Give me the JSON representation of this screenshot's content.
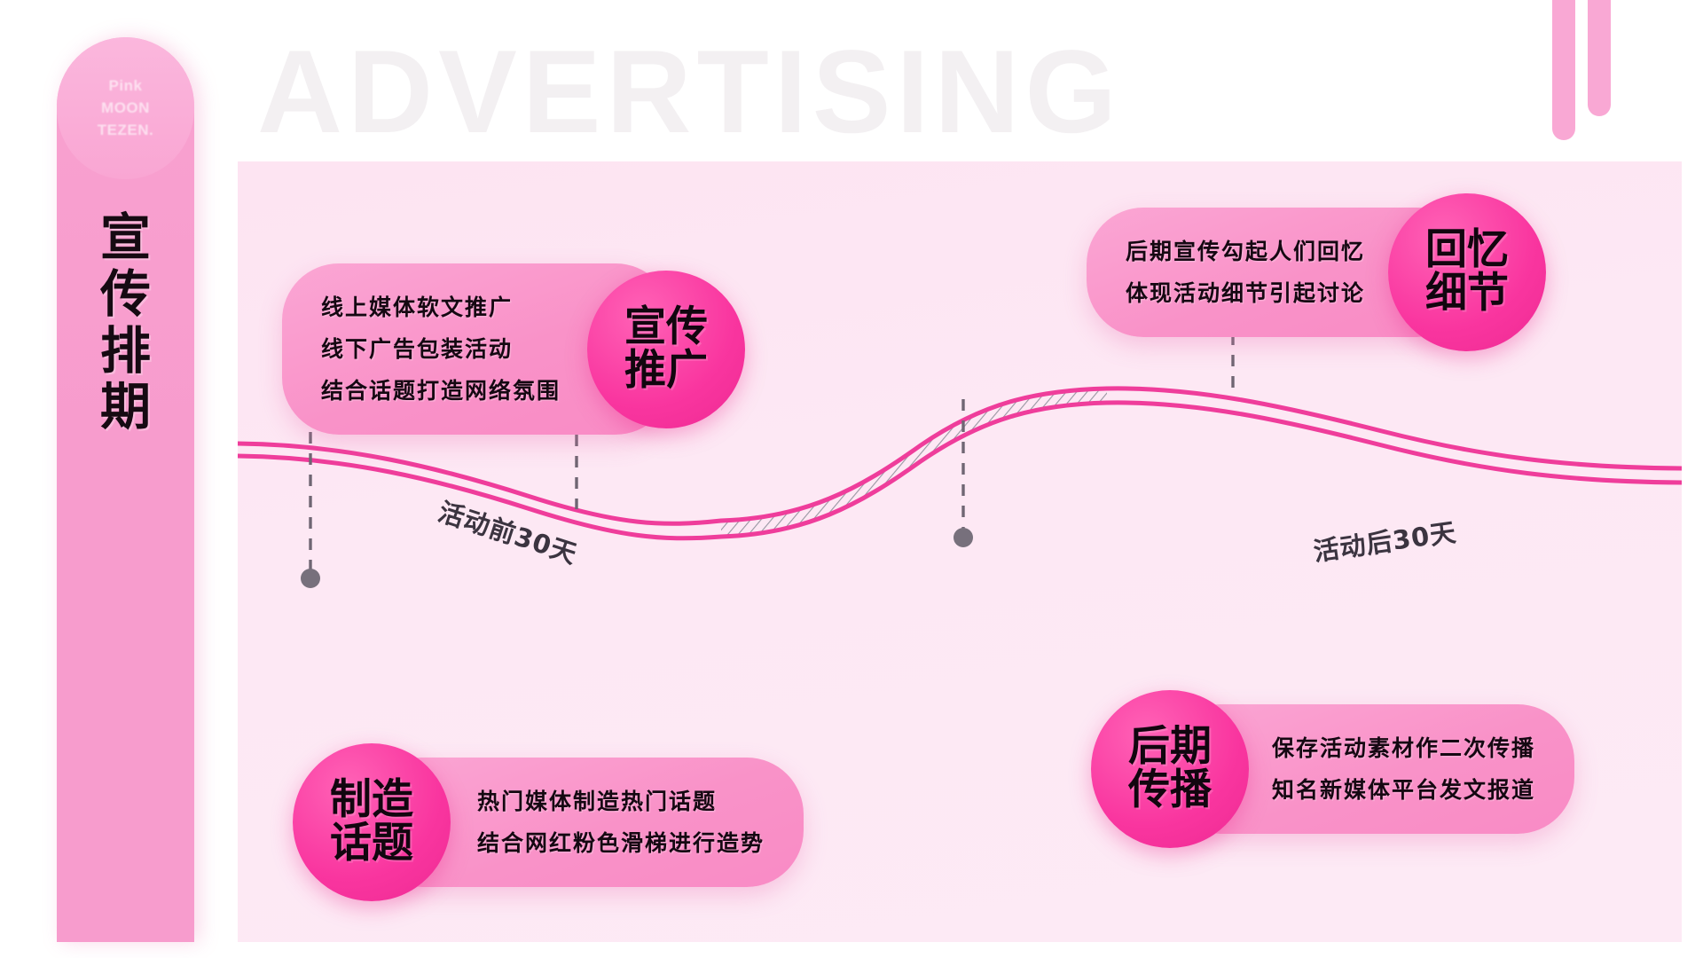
{
  "background": {
    "watermark_text": "ADVERTISING",
    "panel_color": "#fde8f4",
    "accent_pink": "#f9a1d0",
    "accent_magenta": "#f9359f"
  },
  "side_banner": {
    "badge_lines": [
      "Pink",
      "MOON",
      "TEZEN."
    ],
    "title_chars": [
      "宣",
      "传",
      "排",
      "期"
    ]
  },
  "callouts": [
    {
      "id": "promo",
      "circle_chars": [
        "宣",
        "传",
        "推",
        "广"
      ],
      "lines": [
        "线上媒体软文推广",
        "线下广告包装活动",
        "结合话题打造网络氛围"
      ]
    },
    {
      "id": "memory",
      "circle_chars": [
        "回",
        "忆",
        "细",
        "节"
      ],
      "lines": [
        "后期宣传勾起人们回忆",
        "体现活动细节引起讨论"
      ]
    },
    {
      "id": "topic",
      "circle_chars": [
        "制",
        "造",
        "话",
        "题"
      ],
      "lines": [
        "热门媒体制造热门话题",
        "结合网红粉色滑梯进行造势"
      ]
    },
    {
      "id": "postspread",
      "circle_chars": [
        "后",
        "期",
        "传",
        "播"
      ],
      "lines": [
        "保存活动素材作二次传播",
        "知名新媒体平台发文报道"
      ]
    }
  ],
  "curve_labels": {
    "before": "活动前30天",
    "after": "活动后30天"
  },
  "chart_data": {
    "type": "line",
    "title": "宣传排期",
    "xlabel": "",
    "ylabel": "",
    "grid": false,
    "legend": "none",
    "annotations": [
      "活动前30天",
      "活动后30天"
    ],
    "series": [
      {
        "name": "curve-upper",
        "color": "#ef3d9b",
        "x": [
          0,
          110,
          230,
          360,
          470,
          600,
          720,
          830,
          950,
          1100,
          1260,
          1430,
          1560
        ],
        "y": [
          355,
          370,
          392,
          412,
          425,
          428,
          400,
          345,
          300,
          288,
          300,
          332,
          355
        ]
      },
      {
        "name": "curve-lower",
        "color": "#ef3d9b",
        "x": [
          0,
          110,
          230,
          360,
          470,
          600,
          720,
          830,
          950,
          1100,
          1260,
          1430,
          1560
        ],
        "y": [
          372,
          386,
          406,
          422,
          430,
          430,
          412,
          362,
          312,
          290,
          296,
          322,
          345
        ]
      }
    ],
    "hatched_band": {
      "description": "diagonally hatched region between the two curves at the rising section",
      "x_start": 560,
      "x_end": 960,
      "pattern": "diagonal-lines",
      "color": "#8a8a95"
    },
    "markers": [
      {
        "label": "宣传推广",
        "x": 382,
        "y": 232,
        "connector": "dashed-up"
      },
      {
        "label": "回忆细节",
        "x": 1122,
        "y": 165,
        "connector": "dashed-up"
      },
      {
        "label": "制造话题",
        "x": 82,
        "y": 470,
        "connector": "dashed-down"
      },
      {
        "label": "后期传播",
        "x": 818,
        "y": 424,
        "connector": "dashed-down"
      }
    ]
  }
}
